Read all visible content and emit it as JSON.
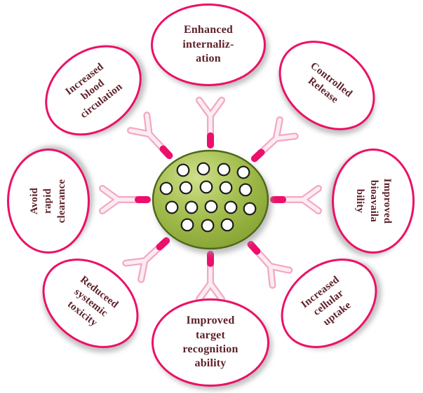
{
  "diagram": {
    "name": "antibody-conjugated-nanoparticle-benefits",
    "colors": {
      "ellipse_border": "#ec1066",
      "label_text": "#5e2129",
      "particle_green": "#96b43e",
      "particle_edge": "#4e661a",
      "antibody_outline": "#f2a8c3",
      "antibody_tip": "#ec0f6b",
      "dot_fill": "#ffffff"
    },
    "bubbles": [
      {
        "id": "top",
        "label": "Enhanced internaliz- ation",
        "lines": [
          "Enhanced",
          "internaliz-",
          "ation"
        ]
      },
      {
        "id": "top-left",
        "label": "Increased blood circulation",
        "lines": [
          "Increased",
          "blood",
          "circulation"
        ]
      },
      {
        "id": "top-right",
        "label": "Controlled Release",
        "lines": [
          "Controlled",
          "Release"
        ]
      },
      {
        "id": "left",
        "label": "Avoid rapid clearance",
        "lines": [
          "Avoid",
          "rapid",
          "clearance"
        ]
      },
      {
        "id": "right",
        "label": "Improved bioavaila bility",
        "lines": [
          "Improved",
          "bioavaila",
          "bility"
        ]
      },
      {
        "id": "bottom-left",
        "label": "Reduceed systemic toxicity",
        "lines": [
          "Reduceed",
          "systemic",
          "toxicity"
        ]
      },
      {
        "id": "bottom-right",
        "label": "Increased cellular uptake",
        "lines": [
          "Increased",
          "cellular",
          "uptake"
        ]
      },
      {
        "id": "bottom",
        "label": "Improved target recognition ability",
        "lines": [
          "Improved",
          "target",
          "recognition",
          "ability"
        ]
      }
    ]
  }
}
